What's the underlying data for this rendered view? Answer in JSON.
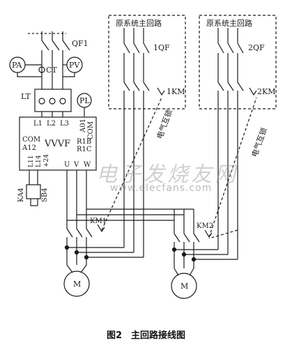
{
  "figure": {
    "caption": "图2　主回路接线图",
    "watermark_cn": "电子发烧友网",
    "watermark_url": "www.elecfans.com"
  },
  "labels": {
    "qf1": "QF1",
    "pa": "PA",
    "ct": "CT",
    "pv": "PV",
    "lt": "LT",
    "pl": "PL",
    "l1": "L1",
    "l2": "L2",
    "l3": "L3",
    "a01": "A01",
    "com_right": "COM",
    "com_left": "COM",
    "a12": "A12",
    "vvvf": "VVVF",
    "r1b": "R1B",
    "r1c": "R1C",
    "l11": "L11",
    "l14": "L14",
    "p24": "+24",
    "u": "U",
    "v": "V",
    "w": "W",
    "ka4": "KA4",
    "sb4": "SB4",
    "km1": "KM1",
    "km2": "KM2",
    "motor1": "M",
    "motor2": "M",
    "box1_title": "原系统主回路",
    "box2_title": "原系统主回路",
    "qf_1": "1QF",
    "qf_2": "2QF",
    "km_1": "1KM",
    "km_2": "2KM",
    "interlock1": "电气互锁",
    "interlock2": "电气互锁"
  }
}
